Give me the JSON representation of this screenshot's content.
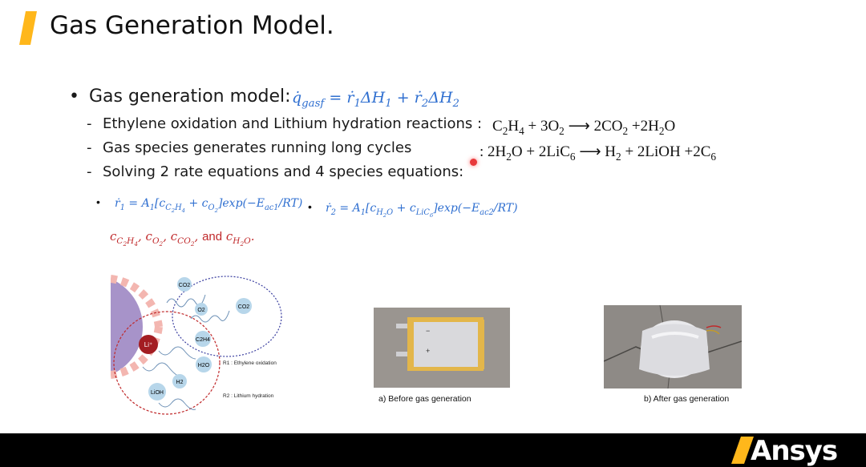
{
  "slide": {
    "title": "Gas Generation Model.",
    "accent_color": "#FFB71B",
    "main_bullet": "Gas generation model:",
    "main_equation": "q̇gasf = ṙ1ΔH1 + ṙ2ΔH2",
    "sub_bullets": [
      "Ethylene oxidation and Lithium hydration reactions :",
      "Gas species generates running long cycles",
      "Solving 2 rate equations and 4 species equations:"
    ],
    "reactions": {
      "r1_prefix": "C2H4 + 3O2 → 2CO2 +2H2O",
      "r2_prefix": ": 2H2O + 2LiC6 → H2 + 2LiOH +2C6"
    },
    "rate_equations": {
      "r1": "ṙ1 = A1[cC2H4 + cO2]exp(−Eac1/RT)",
      "r2": "ṙ2 = A1[cH2O + cLiC6]exp(−Eac2/RT)"
    },
    "species_text": {
      "and": "and"
    },
    "diagram": {
      "li": "Li⁺",
      "co2_top": "CO2",
      "o2": "O2",
      "co2_right": "CO2",
      "c2h4": "C2H4",
      "h2o": "H2O",
      "h2": "H2",
      "lioh": "LiOH",
      "r1": "R1 : Ethylene oxidation",
      "r2": "R2 : Lithium hydration"
    },
    "photos": [
      {
        "caption": "a) Before gas generation"
      },
      {
        "caption": "b) After gas generation"
      }
    ],
    "logo": "Ansys"
  }
}
